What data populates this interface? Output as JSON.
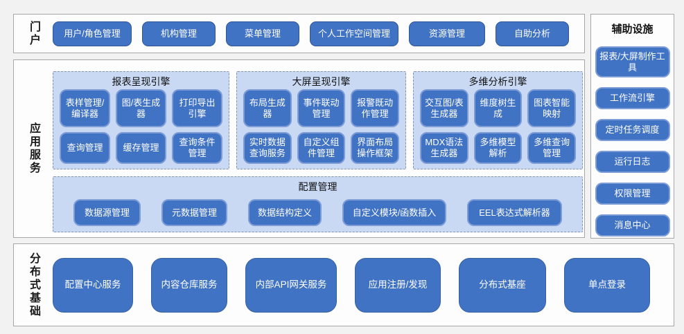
{
  "portal": {
    "label": "门户",
    "items": [
      "用户/角色管理",
      "机构管理",
      "菜单管理",
      "个人工作空间管理",
      "资源管理",
      "自助分析"
    ]
  },
  "app_services": {
    "label": "应用服务",
    "engines": [
      {
        "title": "报表呈现引擎",
        "items": [
          "表样管理/编译器",
          "图/表生成器",
          "打印导出引擎",
          "查询管理",
          "缓存管理",
          "查询条件管理"
        ]
      },
      {
        "title": "大屏呈现引擎",
        "items": [
          "布局生成器",
          "事件联动管理",
          "报警既动作管理",
          "实时数据查询服务",
          "自定义组件管理",
          "界面布局操作框架"
        ]
      },
      {
        "title": "多维分析引擎",
        "items": [
          "交互图/表生成器",
          "维度树生成",
          "图表智能映射",
          "MDX语法生成器",
          "多维模型解析",
          "多维查询管理"
        ]
      }
    ],
    "config": {
      "title": "配置管理",
      "items": [
        "数据源管理",
        "元数据管理",
        "数据结构定义",
        "自定义模块/函数插入",
        "EEL表达式解析器"
      ]
    }
  },
  "distributed": {
    "label": "分布式基础",
    "items": [
      "配置中心服务",
      "内容仓库服务",
      "内部API网关服务",
      "应用注册/发现",
      "分布式基座",
      "单点登录"
    ]
  },
  "auxiliary": {
    "label": "辅助设施",
    "items": [
      "报表/大屏制作工具",
      "工作流引擎",
      "定时任务调度",
      "运行日志",
      "权限管理",
      "消息中心"
    ]
  },
  "colors": {
    "node_fill": "#4173C4",
    "node_border_dark": "#2F5597",
    "node_border_light": "#7E9CD6",
    "panel_bg": "#C9D9F4",
    "panel_dashed_border": "#8593AB",
    "box_border": "#A6A6A6",
    "page_bg": "#F2F2F2",
    "node_text": "#FFFFFF"
  }
}
